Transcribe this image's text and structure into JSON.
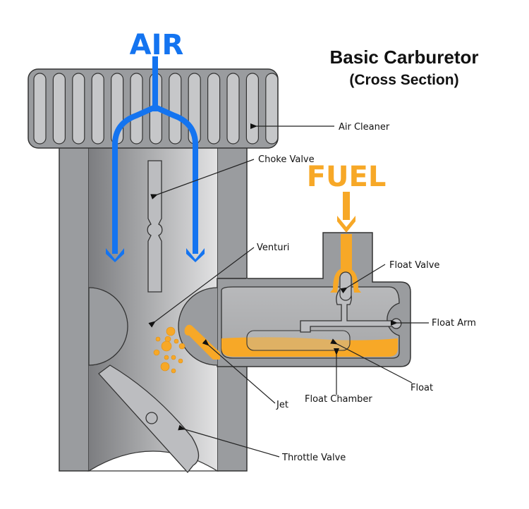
{
  "title": {
    "main": "Basic Carburetor",
    "sub": "(Cross Section)"
  },
  "flows": {
    "air": {
      "label": "AIR",
      "color": "#1474f0"
    },
    "fuel": {
      "label": "FUEL",
      "color": "#f7a827"
    }
  },
  "callouts": [
    {
      "id": "air-cleaner",
      "label": "Air Cleaner"
    },
    {
      "id": "choke-valve",
      "label": "Choke Valve"
    },
    {
      "id": "venturi",
      "label": "Venturi"
    },
    {
      "id": "float-valve",
      "label": "Float Valve"
    },
    {
      "id": "float-arm",
      "label": "Float Arm"
    },
    {
      "id": "float",
      "label": "Float"
    },
    {
      "id": "float-chamber",
      "label": "Float Chamber"
    },
    {
      "id": "jet",
      "label": "Jet"
    },
    {
      "id": "throttle-valve",
      "label": "Throttle Valve"
    }
  ],
  "colors": {
    "body": "#9a9c9f",
    "parts": "#bcbdc0",
    "outline": "#333333"
  }
}
